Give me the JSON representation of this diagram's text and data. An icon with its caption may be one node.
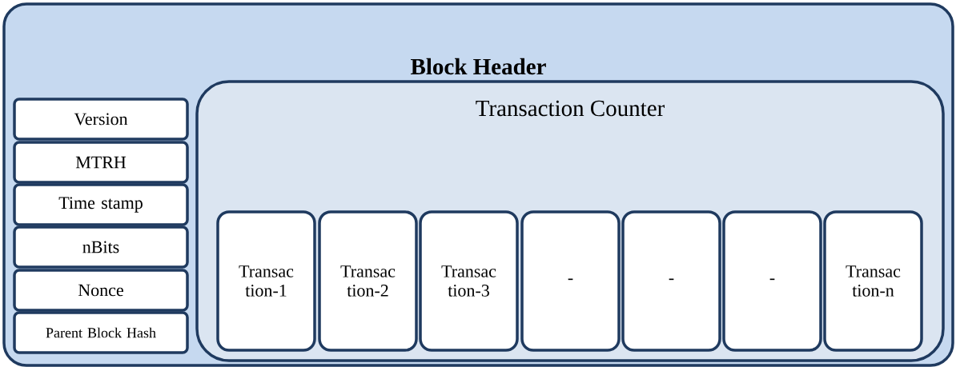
{
  "diagram": {
    "nodes": [
      {
        "text": [
          "**Block  Header**"
        ]
      },
      {
        "text": [
          "Version"
        ],
        "in": 0
      },
      {
        "text": [
          "MTRH"
        ],
        "in": 0
      },
      {
        "text": [
          "Time stamp"
        ],
        "in": 0
      },
      {
        "text": [
          "nBits"
        ],
        "in": 0
      },
      {
        "text": [
          "Nonce"
        ],
        "in": 0
      },
      {
        "text": [
          "Parent Block Hash"
        ],
        "in": 0
      },
      {
        "text": [
          "Transaction Counter"
        ],
        "in": 0
      },
      {
        "text": [
          "Transac tion-1"
        ],
        "in": 7
      },
      {
        "text": [
          "Transac tion-2"
        ],
        "in": 7
      },
      {
        "text": [
          "Transac tion-3"
        ],
        "in": 7
      },
      {
        "text": [
          "-"
        ],
        "in": 7
      },
      {
        "text": [
          "-"
        ],
        "in": 7
      },
      {
        "text": [
          "-"
        ],
        "in": 7
      },
      {
        "text": [
          "Transac tion-n"
        ],
        "in": 7
      }
    ]
  }
}
